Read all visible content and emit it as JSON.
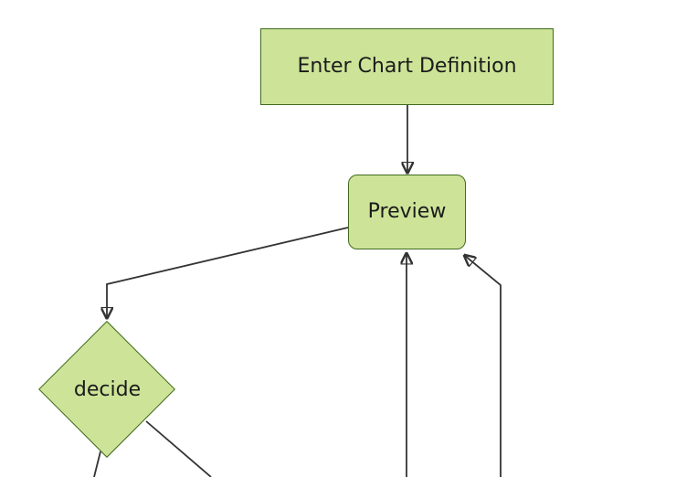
{
  "diagram": {
    "type": "flowchart",
    "direction": "top-down",
    "colors": {
      "background": "#ffffff",
      "node_fill": "#cde498",
      "node_border": "#3f6a1f",
      "edge": "#333333",
      "text": "#1b1b1b"
    },
    "nodes": {
      "enter_chart_definition": {
        "label": "Enter Chart Definition",
        "shape": "rectangle"
      },
      "preview": {
        "label": "Preview",
        "shape": "rounded-rectangle"
      },
      "decide": {
        "label": "decide",
        "shape": "diamond"
      }
    },
    "edges": [
      {
        "from": "enter_chart_definition",
        "to": "preview",
        "arrowhead_visible": true
      },
      {
        "from": "preview",
        "to": "decide",
        "arrowhead_visible": true
      },
      {
        "from": "offscreen-bottom",
        "to": "preview",
        "arrowhead_visible": true
      },
      {
        "from": "offscreen-bottom-right",
        "to": "preview",
        "arrowhead_visible": true
      },
      {
        "from": "decide",
        "to": "offscreen-bottom-left",
        "arrowhead_visible": false
      },
      {
        "from": "decide",
        "to": "offscreen-bottom-right",
        "arrowhead_visible": false
      }
    ]
  }
}
